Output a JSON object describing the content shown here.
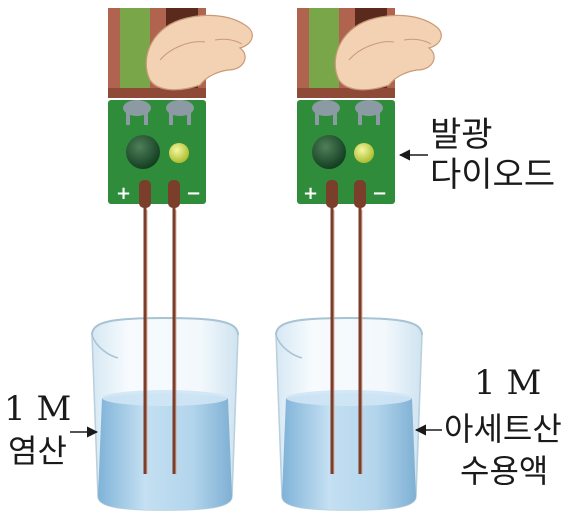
{
  "labels": {
    "led_line1": "발광",
    "led_line2": "다이오드",
    "left_conc": "1 M",
    "left_name": "염산",
    "right_conc": "1 M",
    "right_line2": "아세트산",
    "right_line3": "수용액",
    "plus": "+",
    "minus": "−"
  },
  "colors": {
    "board": "#2e8b3a",
    "led_dark": "#1b4d2a",
    "led_bright": "#c8d83a",
    "wire": "#7a3e2a",
    "liquid": "#a9cfe8",
    "glass": "#e6f1f8",
    "finger": "#f3d2b3",
    "holder": "#a65a45"
  }
}
